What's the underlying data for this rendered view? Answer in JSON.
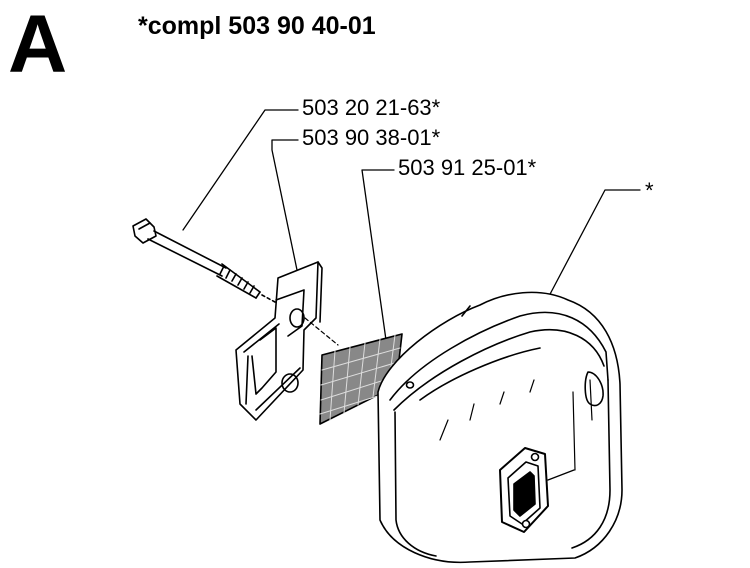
{
  "section": {
    "letter": "A"
  },
  "assembly": {
    "title": "*compl 503 90 40-01"
  },
  "parts": [
    {
      "label": "503 20 21-63*",
      "name": "screw"
    },
    {
      "label": "503 90 38-01*",
      "name": "bracket-plate"
    },
    {
      "label": "503 91 25-01*",
      "name": "spark-arrestor-screen"
    },
    {
      "label": "*",
      "name": "muffler-body"
    }
  ]
}
